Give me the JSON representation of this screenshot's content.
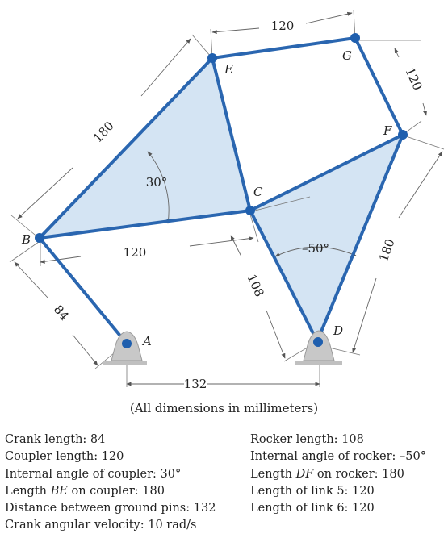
{
  "diagram": {
    "points": {
      "A": "A",
      "B": "B",
      "C": "C",
      "D": "D",
      "E": "E",
      "F": "F",
      "G": "G"
    },
    "dimensions": {
      "eg": "120",
      "gf": "120",
      "be": "180",
      "bc": "120",
      "df": "180",
      "cd": "108",
      "ab": "84",
      "ad": "132"
    },
    "angles": {
      "coupler": "30°",
      "rocker": "–50°"
    },
    "colors": {
      "link": "#2a66b0",
      "joint": "#1f5fae",
      "fill": "#d4e4f3",
      "dimension": "#555555",
      "ground": "#c8c8c8"
    }
  },
  "caption": "(All dimensions in millimeters)",
  "specs_left": {
    "crank_length": "Crank length: 84",
    "coupler_length": "Coupler length: 120",
    "coupler_angle": "Internal angle of coupler: 30°",
    "be_prefix": "Length ",
    "be_var": "BE",
    "be_suffix": " on coupler: 180",
    "ground_distance": "Distance between ground pins: 132",
    "crank_velocity": "Crank angular velocity: 10 rad/s"
  },
  "specs_right": {
    "rocker_length": "Rocker length: 108",
    "rocker_angle": "Internal angle of rocker: –50°",
    "df_prefix": "Length ",
    "df_var": "DF",
    "df_suffix": " on rocker: 180",
    "link5": "Length of link 5: 120",
    "link6": "Length of link 6: 120"
  }
}
